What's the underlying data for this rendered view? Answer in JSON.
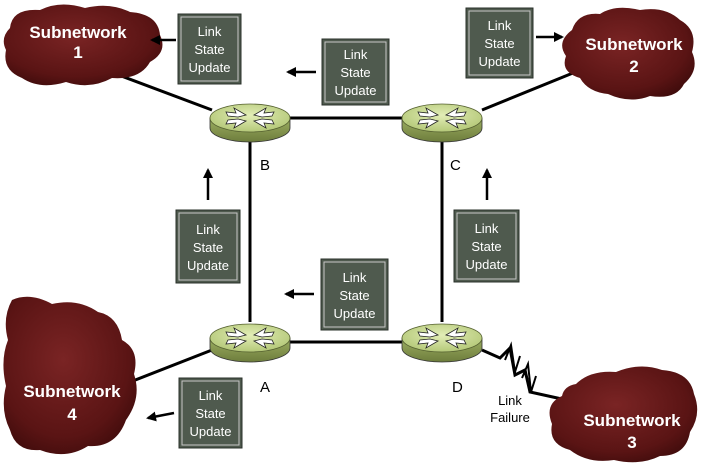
{
  "subnetworks": {
    "s1": {
      "line1": "Subnetwork",
      "line2": "1"
    },
    "s2": {
      "line1": "Subnetwork",
      "line2": "2"
    },
    "s3": {
      "line1": "Subnetwork",
      "line2": "3"
    },
    "s4": {
      "line1": "Subnetwork",
      "line2": "4"
    }
  },
  "routers": {
    "a": "A",
    "b": "B",
    "c": "C",
    "d": "D"
  },
  "lsu": {
    "line1": "Link",
    "line2": "State",
    "line3": "Update"
  },
  "failure": {
    "line1": "Link",
    "line2": "Failure"
  },
  "colors": {
    "cloud": "#6b1a1a",
    "lsu_box": "#4f5a4e",
    "router_top": "#c7d98a",
    "router_side": "#8a9a50"
  }
}
